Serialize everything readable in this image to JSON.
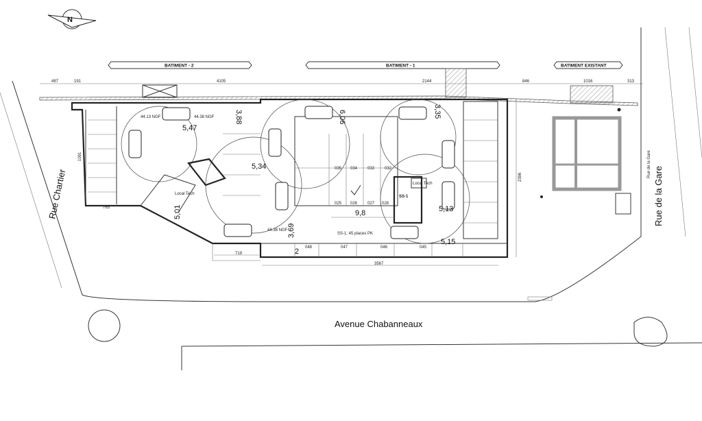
{
  "buildings": {
    "b2": "BATIMENT - 2",
    "b1": "BATIMENT - 1",
    "existing": "BATIMENT EXISTANT"
  },
  "streets": {
    "left": "Rue   Chartier",
    "right": "Rue   de   la   Gare",
    "right_small": "Rue de la Gare",
    "bottom": "Avenue    Chabanneaux"
  },
  "top_dimensions": [
    "487",
    "191",
    "4105",
    "2144",
    "846",
    "1016",
    "313"
  ],
  "bottom_dimensions": {
    "total": "3567",
    "left": "719",
    "left2": "765"
  },
  "side_dimension": "2396",
  "left_side_dimension": "1091",
  "clearances": [
    "5,47",
    "3,88",
    "6,06",
    "3,35",
    "5,34",
    "9,8",
    "5,01",
    "3,69",
    "5,13",
    "5,15",
    "2"
  ],
  "levels": [
    "44.13 NGF",
    "44.38 NGF",
    "44.38 NGF"
  ],
  "caption": "SS-1: 45 places PK",
  "stair_label": "SS-1",
  "spot_numbers": [
    "035",
    "034",
    "033",
    "032",
    "025",
    "026",
    "027",
    "028",
    "048",
    "047",
    "046",
    "045"
  ],
  "room_labels": [
    "Local Tech",
    "Local Tech"
  ],
  "colors": {
    "line": "#333333",
    "wall_existing": "#999999"
  }
}
